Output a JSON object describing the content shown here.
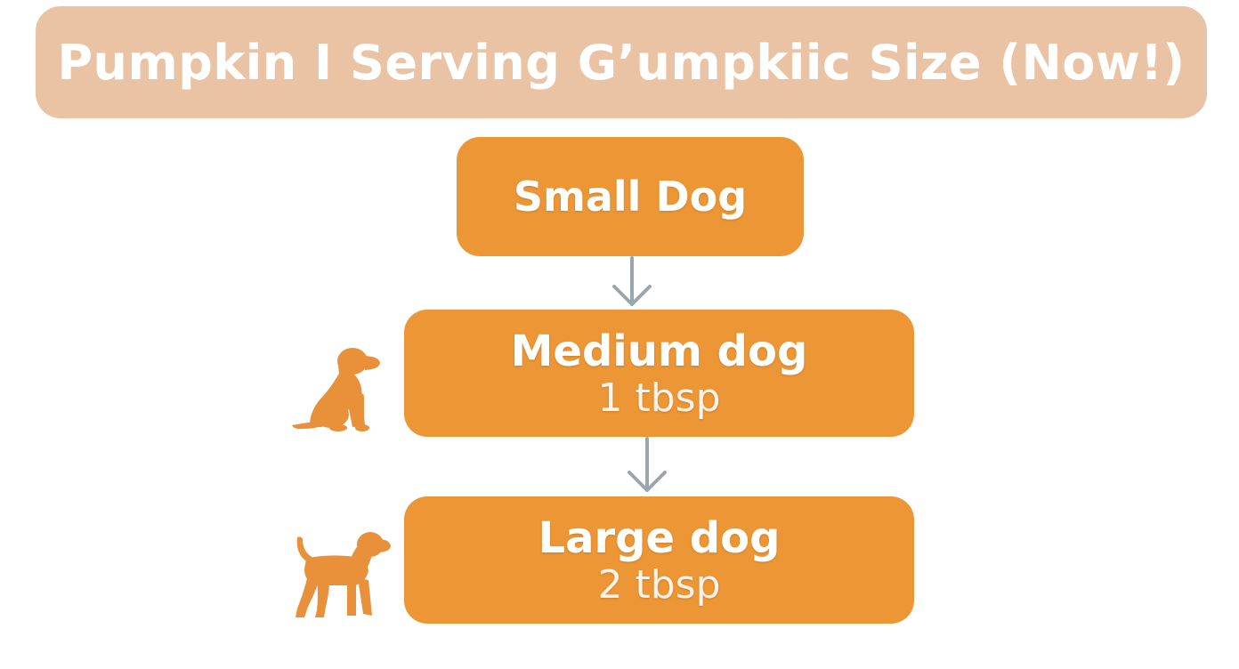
{
  "title": "Pumpkin I Serving Gʼumpkiic Size (Now!)",
  "nodes": {
    "small": {
      "label": "Small Dog"
    },
    "medium": {
      "label": "Medium dog",
      "amount": "1 tbsp"
    },
    "large": {
      "label": "Large dog",
      "amount": "2 tbsp"
    }
  },
  "icons": {
    "medium": "sitting-dog-icon",
    "large": "standing-dog-icon",
    "connector": "down-arrow-icon"
  },
  "colors": {
    "banner": "#eac3a5",
    "node": "#ec9635",
    "arrow": "#9aa6ad",
    "dog": "#e8913a",
    "text": "#ffffff"
  }
}
